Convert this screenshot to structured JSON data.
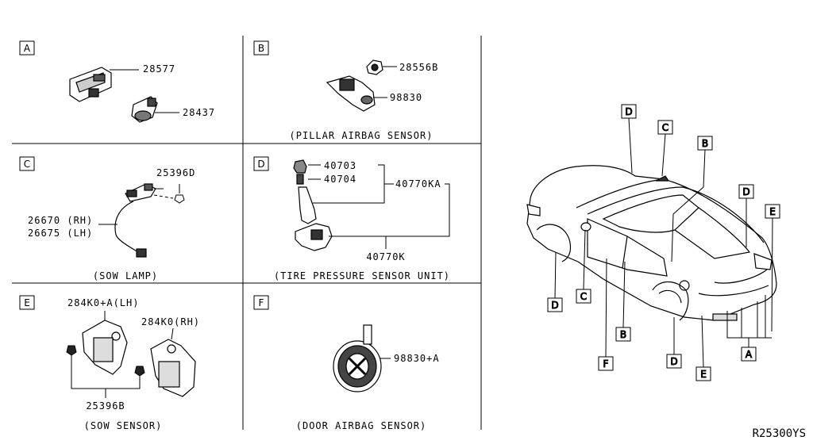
{
  "panels": {
    "A": {
      "letter": "A",
      "parts": [
        "28577",
        "28437"
      ]
    },
    "B": {
      "letter": "B",
      "parts": [
        "28556B",
        "98830"
      ],
      "caption": "(PILLAR AIRBAG SENSOR)"
    },
    "C": {
      "letter": "C",
      "parts": [
        "25396D",
        "26670 (RH)",
        "26675 (LH)"
      ],
      "caption": "(SOW LAMP)"
    },
    "D": {
      "letter": "D",
      "parts": [
        "40703",
        "40704",
        "40770KA",
        "40770K"
      ],
      "caption": "(TIRE PRESSURE SENSOR UNIT)"
    },
    "E": {
      "letter": "E",
      "parts": [
        "284K0+A(LH)",
        "284K0(RH)",
        "25396B"
      ],
      "caption": "(SOW SENSOR)"
    },
    "F": {
      "letter": "F",
      "parts": [
        "98830+A"
      ],
      "caption": "(DOOR AIRBAG SENSOR)"
    }
  },
  "vehicle_callouts": [
    "D",
    "C",
    "B",
    "D",
    "E",
    "D",
    "C",
    "B",
    "F",
    "D",
    "E",
    "A"
  ],
  "diagram_code": "R25300YS"
}
